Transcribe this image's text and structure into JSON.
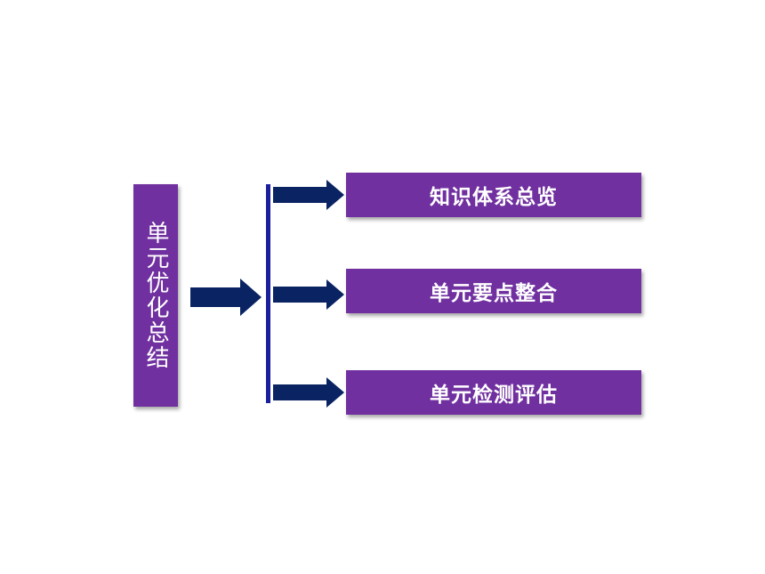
{
  "diagram": {
    "root": {
      "label": "单元优化总结"
    },
    "branches": [
      {
        "label": "知识体系总览"
      },
      {
        "label": "单元要点整合"
      },
      {
        "label": "单元检测评估"
      }
    ]
  },
  "colors": {
    "box_fill": "#7030a0",
    "arrow": "#0a2463",
    "bracket": "#1b1f9c",
    "text": "#ffffff"
  }
}
